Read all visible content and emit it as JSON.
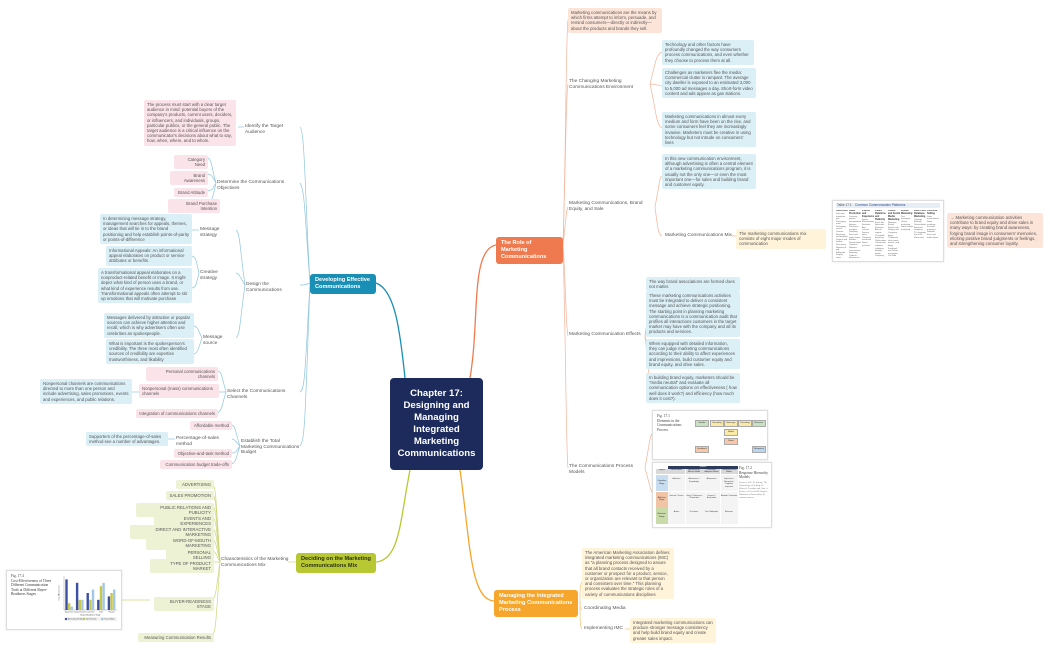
{
  "root": {
    "title": "Chapter 17: Designing and Managing Integrated Marketing Communications"
  },
  "colors": {
    "root": "#1d2b5c",
    "blue_branch": "#1a8fb5",
    "orange_branch": "#f07a4f",
    "olive_branch": "#b7c832",
    "amber_branch": "#f6a62c"
  },
  "role": {
    "title": "The Role of Marketing Communications",
    "definition": "Marketing communications are the means by which firms attempt to inform, persuade, and remind consumers—directly or indirectly—about the products and brands they sell.",
    "changing": {
      "label": "The Changing Marketing  Communications Environment",
      "notes": [
        "Technology and other factors have profoundly changed the way consumers process communications, and even whether they choose to process them at all.",
        "Challenges as marketers flee the media: Commercial clutter is rampant. The average city dweller is exposed to an estimated 3,000 to 5,000 ad messages a day. Short-form video content and ads appear as gas stations.",
        "Marketing communications in almost every medium and form have been on the rise, and some consumers feel they are increasingly invasive. Marketers must be creative in using technology but not intrude on consumers' lives"
      ]
    },
    "brand_equity": {
      "label": "Marketing Communications, Brand Equity, and Sale",
      "note": "In this new communication environment, although advertising is often a central element of a marketing communications program, it is usually not the only one—or even the most important one—for sales and building brand and customer equity.",
      "mix_label": "Marketing Communications Mix",
      "mix_note": "The marketing communications mix consists of eight major modes of communication",
      "mix_card": {
        "table_label": "Table 17.1",
        "title": "Common Communication Platforms",
        "columns": [
          {
            "h": "Advertising",
            "items": [
              "Print and broadcast ads",
              "Packaging outer",
              "Packaging inserts",
              "Cinema",
              "Brochures and booklets",
              "Posters and leaflets",
              "Directories",
              "Reprints of ads",
              "Billboards",
              "Display signs",
              "Point-of-purchase displays",
              "Symbols and logos",
              "Videos"
            ]
          },
          {
            "h": "Sales Promotion",
            "items": [
              "Contests, games, sweepstakes, lotteries",
              "Premiums and gifts",
              "Sampling",
              "Fairs and trade shows",
              "Exhibits",
              "Demonstrations",
              "Coupons",
              "Rebates",
              "Low-interest financing",
              "Trade-in allowances",
              "Continuity programs",
              "Tie-ins"
            ]
          },
          {
            "h": "Events and Experiences",
            "items": [
              "Sports",
              "Entertainment",
              "Festivals",
              "Arts",
              "Causes",
              "Factory tours",
              "Company museums",
              "Street activities"
            ]
          },
          {
            "h": "Public Relations and Publicity",
            "items": [
              "Press kits",
              "Speeches",
              "Seminars",
              "Annual reports",
              "Charitable donations",
              "Publications",
              "Community relations",
              "Lobbying",
              "Identity media",
              "Company magazine"
            ]
          },
          {
            "h": "Online and Social Media Marketing",
            "items": [
              "Websites",
              "E-mail",
              "Search ads",
              "Display ads",
              "Company blogs",
              "Third-party chat rooms, forums, and blogs",
              "Facebook and Twitter messages, YouTube channels and videos"
            ]
          },
          {
            "h": "Mobile Marketing",
            "items": [
              "Text messages",
              "Online marketing",
              "Social media marketing"
            ]
          },
          {
            "h": "Direct and Database Marketing",
            "items": [
              "Catalogs",
              "Mailings",
              "Telemarketing",
              "Electronic shopping",
              "TV shopping",
              "Fax mail",
              "Voice mail"
            ]
          },
          {
            "h": "Personal Selling",
            "items": [
              "Sales presentations",
              "Sales meetings",
              "Incentive programs",
              "Samples",
              "Fairs and trade shows"
            ]
          }
        ]
      },
      "mix_side_note": "→ Marketing communication activities contribute to brand equity and drive sales in many ways: by creating brand awareness, forging brand image in consumers' memories, eliciting positive brand judgments or feelings, and strengthening consumer loyalty."
    },
    "effects": {
      "label": "Marketing Communication Effects",
      "notes": [
        "The way brand associations are formed does not matter.",
        "These marketing communications activities must be integrated to deliver a consistent message and achieve strategic positioning. The starting point in planning marketing communications is a communication audit that profiles all interactions customers in the target market may have with the company and all its products and services.",
        "When equipped with detailed information, they can judge marketing communications according to their ability to affect experiences and impressions, build customer equity and brand equity, and drive sales.",
        "In building brand equity, marketers should be \"media neutral\" and evaluate all communication options on effectiveness ( how well does it work?) and efficiency (how much does it cost?)."
      ]
    },
    "process": {
      "label": "The Communications Process Models",
      "fig1_label": "Fig. 17.1",
      "fig1_title": "Elements in the Communications Process",
      "fig1_boxes": [
        "Sender",
        "Encoding",
        "Message",
        "Decoding",
        "Receiver",
        "Media",
        "Noise",
        "Feedback",
        "Response"
      ],
      "fig2_label": "Fig. 17.2",
      "fig2_title": "Response Hierarchy Models",
      "fig2_header": "Models",
      "fig2_cols": [
        "Stages",
        "AIDA Model",
        "Hierarchy-of-Effects Model",
        "Innovation-Adoption Model",
        "Communications Model"
      ],
      "fig2_rows": [
        "Cognitive Stage",
        "Affective Stage",
        "Behavior Stage"
      ],
      "fig2_cells": [
        [
          "Attention",
          "Awareness / Knowledge",
          "Awareness",
          "Exposure / Reception / Cognitive response"
        ],
        [
          "Interest / Desire",
          "Liking / Preference / Conviction",
          "Interest / Evaluation",
          "Attitude / Intention"
        ],
        [
          "Action",
          "Purchase",
          "Trial / Adoption",
          "Behavior"
        ]
      ],
      "fig2_source": "Sources: a) E. K. Strong, The Psychology of Selling; b) Robert J. Lavidge and Gary A. Steiner; c) Everett M. Rogers, Diffusion of Innovation; d) various sources."
    }
  },
  "managing": {
    "title": "Managing the Integrated Marketing Communications Process",
    "definition": "The American Marketing Association defines integrated marketing communications (IMC) as \"a planning process designed to assure that all brand contacts received by a customer or prospect for a product, service, or organization are relevant to that person and consistent over time.\" This planning process evaluates the strategic roles of a variety of communications disciplines",
    "coordinating": "Coordinating Media",
    "implementing": "Implementing IMC",
    "implementing_note": "Integrated marketing communications can produce stronger message consistency and help build brand equity and create greater sales impact."
  },
  "developing": {
    "title": "Developing Effective Communications",
    "identify": {
      "label": "Identify the Target Audience",
      "note": "The process must start with a clear target audience in mind: potential buyers of the company's products, current users, deciders, or influencers, and individuals, groups, particular publics, or the general public. The target audience is a critical influence on the communicator's decisions about what to say, how, when, where, and to whom."
    },
    "objectives": {
      "label": "Determine the Communications Objectives",
      "items": [
        "Category Need",
        "Brand Awareness",
        "Brand Attitude",
        "Brand Purchase Intention"
      ]
    },
    "design": {
      "label": "Design the Communications",
      "message_strategy": "Message strategy",
      "message_strategy_note": "In determining message strategy, management searches for appeals, themes, or ideas that will tie in to the brand positioning and help establish points-of-parity or points-of-difference",
      "creative_strategy": "Creative strategy",
      "creative_notes": [
        "Informational Appeals: An informational appeal elaborates on product or service attributes or benefits.",
        "A transformational appeal elaborates on a nonproduct-related benefit or image. It might depict what kind of person uses a brand, or what kind of experience results from use. Transformational appeals often attempt to stir up emotions that will motivate purchase"
      ],
      "message_source": "Message source",
      "source_notes": [
        "Messages delivered by attractive or popular sources can achieve higher attention and recall, which is why advertisers often use celebrities as spokespeople.",
        "What is important is the spokesperson's credibility. The three most often identified sources of credibility are expertise trustworthiness, and likability"
      ]
    },
    "channels": {
      "label": "Select the Communications Channels",
      "personal": "Personal communications channels",
      "nonpersonal": "Nonpersonal (mass) communications channels",
      "nonpersonal_note": "Nonpersonal channels are communications directed to more than one person and include advertising, sales promotions, events and experiences, and public relations.",
      "integration": "Integration of communications channels"
    },
    "budget": {
      "label": "Establish the Total Marketing Communications Budget",
      "affordable": "Affordable method",
      "percentage": "Percentage-of-sales method",
      "percentage_note": "Supporters of the percentage-of-sales method see a number of advantages.",
      "objective": "Objective-and-task method",
      "tradeoffs": "Communication budget trade-offs"
    }
  },
  "deciding": {
    "title": "Deciding on the Marketing Communications Mix",
    "characteristics": "Characteristics of the Marketing Communications Mix",
    "items": [
      "ADVERTISING",
      "SALES PROMOTION",
      "PUBLIC RELATIONS AND PUBLICITY",
      "EVENTS AND EXPERIENCES",
      "DIRECT AND INTERACTIVE MARKETING",
      "WORD-OF-MOUTH MARKETING",
      "PERSONAL SELLING",
      "TYPE OF PRODUCT MARKET",
      "BUYER-READINESS STAGE",
      "Measuring Communication Results"
    ],
    "fig": {
      "label": "Fig. 17.4",
      "title": "Cost-Effectiveness of Three Different Communication Tools at Different Buyer-Readiness Stages",
      "ylabel": "Cost-Effectiveness",
      "xlabel": "Buyer-Readiness Stage",
      "legend": [
        "Advertising and Publicity",
        "Sales Promotion",
        "Personal Selling"
      ],
      "series_colors": [
        "#3b4fa3",
        "#c6c847",
        "#a4c6e8"
      ]
    }
  },
  "chart_data": {
    "type": "bar",
    "title": "Cost-Effectiveness of Three Different Communication Tools at Different Buyer-Readiness Stages",
    "xlabel": "Buyer-Readiness Stage",
    "ylabel": "Cost-Effectiveness",
    "categories": [
      "Awareness",
      "Comprehension",
      "Conviction",
      "Order",
      "Reorder"
    ],
    "series": [
      {
        "name": "Advertising and Publicity",
        "values": [
          9,
          8,
          5,
          3,
          4
        ]
      },
      {
        "name": "Sales Promotion",
        "values": [
          2,
          3,
          3,
          7,
          5
        ]
      },
      {
        "name": "Personal Selling",
        "values": [
          1,
          3,
          6,
          8,
          6
        ]
      }
    ],
    "ylim": [
      0,
      10
    ],
    "legend": "bottom",
    "grid": false
  }
}
